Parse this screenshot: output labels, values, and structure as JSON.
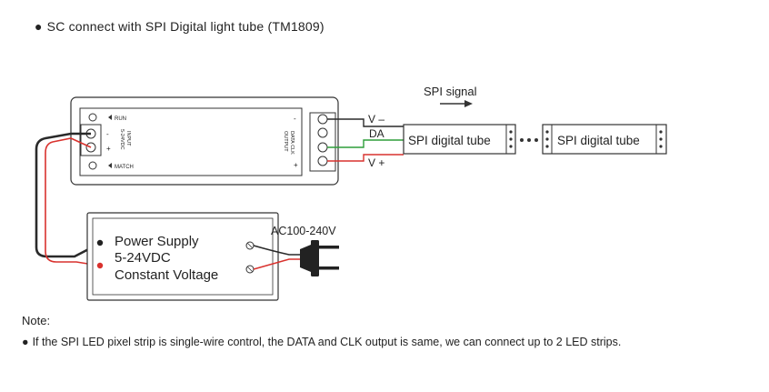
{
  "heading": {
    "bullet": "●",
    "text": "SC connect with SPI Digital light tube (TM1809)"
  },
  "controller": {
    "run_label": "RUN",
    "match_label": "MATCH",
    "input_labels": [
      "5-24VDC",
      "INPUT"
    ],
    "output_labels": [
      "OUTPUT",
      "DATA CLK"
    ],
    "input_plus": "+",
    "input_minus": "-",
    "output_plus": "+",
    "output_minus": "-"
  },
  "signal": {
    "label": "SPI signal"
  },
  "wires": {
    "v_minus": "V –",
    "data": "DA",
    "v_plus": "V +"
  },
  "tubes": [
    {
      "label": "SPI digital tube"
    },
    {
      "label": "SPI digital tube"
    }
  ],
  "psu": {
    "lines": [
      "Power Supply",
      "5-24VDC",
      "Constant Voltage"
    ]
  },
  "ac": {
    "label": "AC100-240V"
  },
  "note": {
    "title": "Note:",
    "bullet": "●",
    "text": "If the SPI LED pixel strip is single-wire control, the DATA and CLK output is same, we can connect up to 2 LED strips."
  },
  "colors": {
    "line": "#333333",
    "red_wire": "#d9322e",
    "green_wire": "#2e9e3a",
    "dark_wire": "#2a2a2a"
  }
}
